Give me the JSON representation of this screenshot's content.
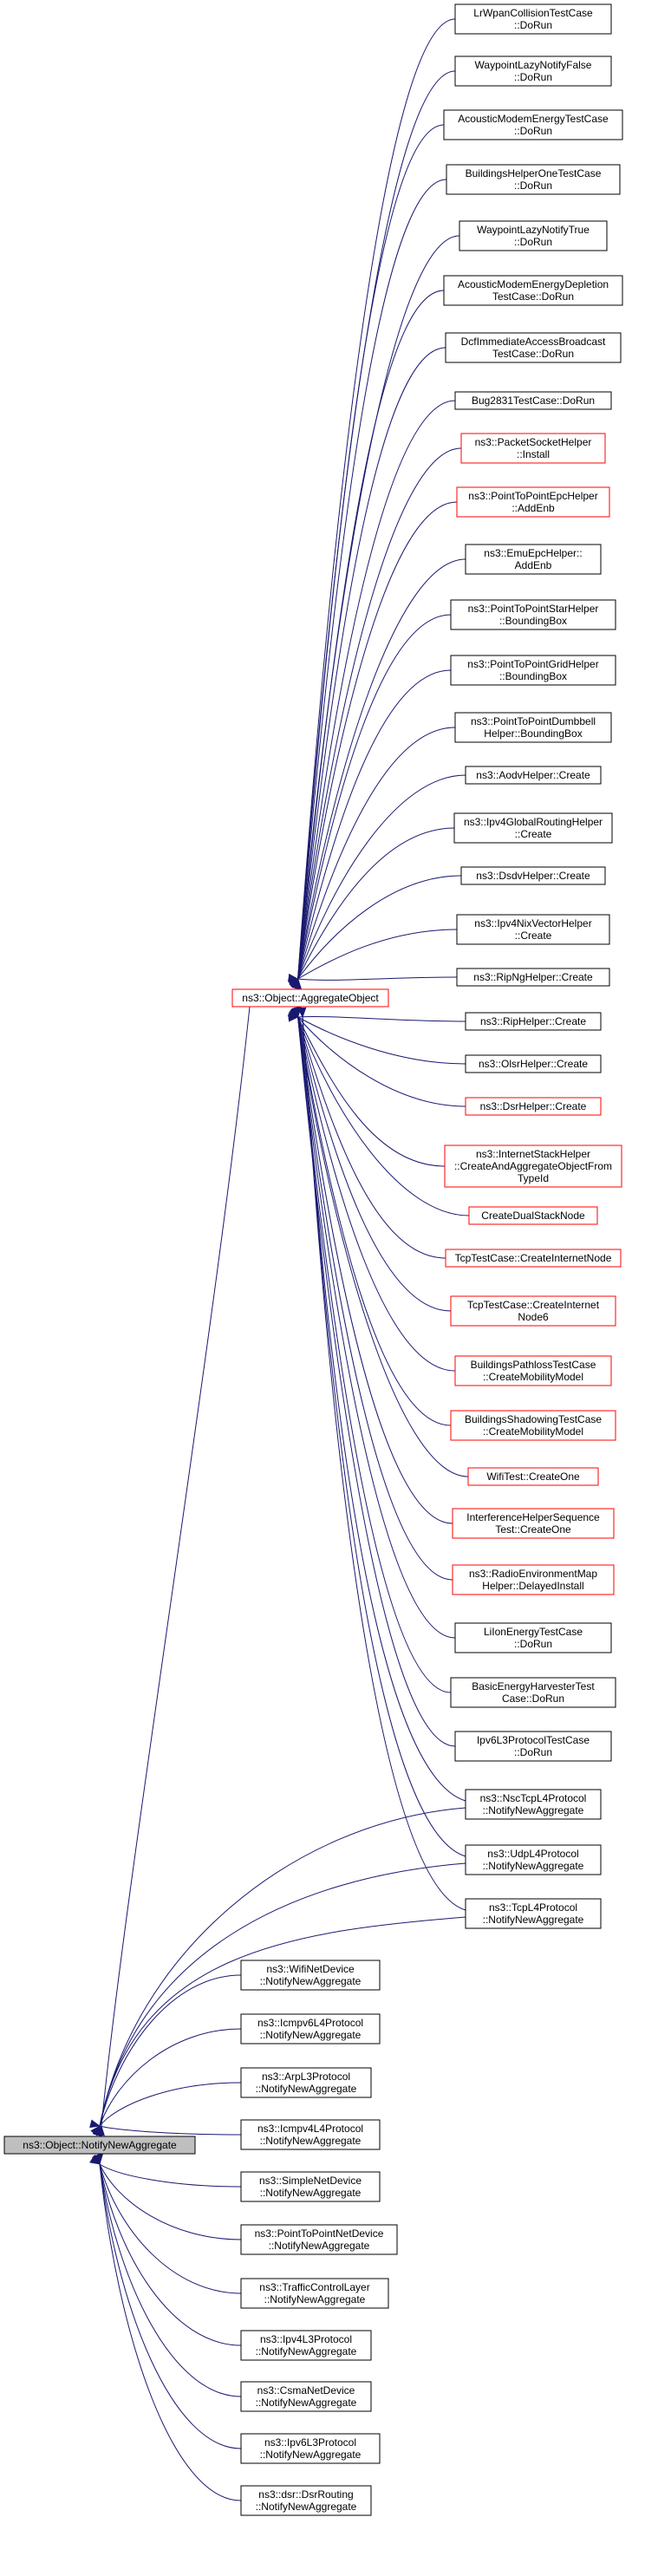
{
  "colors": {
    "edge": "#191970",
    "border_normal": "#000000",
    "border_truncated": "#ff0000",
    "root_fill": "#bfbfbf",
    "node_fill": "#ffffff"
  },
  "root": {
    "label": [
      "ns3::Object::NotifyNewAggregate"
    ]
  },
  "aggregate": {
    "label": [
      "ns3::Object::AggregateObject"
    ],
    "truncated": true
  },
  "callers_aggregate": [
    {
      "label": [
        "LrWpanCollisionTestCase",
        "::DoRun"
      ],
      "truncated": false
    },
    {
      "label": [
        "WaypointLazyNotifyFalse",
        "::DoRun"
      ],
      "truncated": false
    },
    {
      "label": [
        "AcousticModemEnergyTestCase",
        "::DoRun"
      ],
      "truncated": false
    },
    {
      "label": [
        "BuildingsHelperOneTestCase",
        "::DoRun"
      ],
      "truncated": false
    },
    {
      "label": [
        "WaypointLazyNotifyTrue",
        "::DoRun"
      ],
      "truncated": false
    },
    {
      "label": [
        "AcousticModemEnergyDepletion",
        "TestCase::DoRun"
      ],
      "truncated": false
    },
    {
      "label": [
        "DcfImmediateAccessBroadcast",
        "TestCase::DoRun"
      ],
      "truncated": false
    },
    {
      "label": [
        "Bug2831TestCase::DoRun"
      ],
      "truncated": false
    },
    {
      "label": [
        "ns3::PacketSocketHelper",
        "::Install"
      ],
      "truncated": true
    },
    {
      "label": [
        "ns3::PointToPointEpcHelper",
        "::AddEnb"
      ],
      "truncated": true
    },
    {
      "label": [
        "ns3::EmuEpcHelper::",
        "AddEnb"
      ],
      "truncated": false
    },
    {
      "label": [
        "ns3::PointToPointStarHelper",
        "::BoundingBox"
      ],
      "truncated": false
    },
    {
      "label": [
        "ns3::PointToPointGridHelper",
        "::BoundingBox"
      ],
      "truncated": false
    },
    {
      "label": [
        "ns3::PointToPointDumbbell",
        "Helper::BoundingBox"
      ],
      "truncated": false
    },
    {
      "label": [
        "ns3::AodvHelper::Create"
      ],
      "truncated": false
    },
    {
      "label": [
        "ns3::Ipv4GlobalRoutingHelper",
        "::Create"
      ],
      "truncated": false
    },
    {
      "label": [
        "ns3::DsdvHelper::Create"
      ],
      "truncated": false
    },
    {
      "label": [
        "ns3::Ipv4NixVectorHelper",
        "::Create"
      ],
      "truncated": false
    },
    {
      "label": [
        "ns3::RipNgHelper::Create"
      ],
      "truncated": false
    },
    {
      "label": [
        "ns3::RipHelper::Create"
      ],
      "truncated": false
    },
    {
      "label": [
        "ns3::OlsrHelper::Create"
      ],
      "truncated": false
    },
    {
      "label": [
        "ns3::DsrHelper::Create"
      ],
      "truncated": true
    },
    {
      "label": [
        "ns3::InternetStackHelper",
        "::CreateAndAggregateObjectFrom",
        "TypeId"
      ],
      "truncated": true
    },
    {
      "label": [
        "CreateDualStackNode"
      ],
      "truncated": true
    },
    {
      "label": [
        "TcpTestCase::CreateInternetNode"
      ],
      "truncated": true
    },
    {
      "label": [
        "TcpTestCase::CreateInternet",
        "Node6"
      ],
      "truncated": true
    },
    {
      "label": [
        "BuildingsPathlossTestCase",
        "::CreateMobilityModel"
      ],
      "truncated": true
    },
    {
      "label": [
        "BuildingsShadowingTestCase",
        "::CreateMobilityModel"
      ],
      "truncated": true
    },
    {
      "label": [
        "WifiTest::CreateOne"
      ],
      "truncated": true
    },
    {
      "label": [
        "InterferenceHelperSequence",
        "Test::CreateOne"
      ],
      "truncated": true
    },
    {
      "label": [
        "ns3::RadioEnvironmentMap",
        "Helper::DelayedInstall"
      ],
      "truncated": true
    },
    {
      "label": [
        "LiIonEnergyTestCase",
        "::DoRun"
      ],
      "truncated": false
    },
    {
      "label": [
        "BasicEnergyHarvesterTest",
        "Case::DoRun"
      ],
      "truncated": false
    },
    {
      "label": [
        "Ipv6L3ProtocolTestCase",
        "::DoRun"
      ],
      "truncated": false
    }
  ],
  "callers_both": [
    {
      "label": [
        "ns3::NscTcpL4Protocol",
        "::NotifyNewAggregate"
      ],
      "truncated": false
    },
    {
      "label": [
        "ns3::UdpL4Protocol",
        "::NotifyNewAggregate"
      ],
      "truncated": false
    },
    {
      "label": [
        "ns3::TcpL4Protocol",
        "::NotifyNewAggregate"
      ],
      "truncated": false
    }
  ],
  "callers_root": [
    {
      "label": [
        "ns3::WifiNetDevice",
        "::NotifyNewAggregate"
      ],
      "truncated": false
    },
    {
      "label": [
        "ns3::Icmpv6L4Protocol",
        "::NotifyNewAggregate"
      ],
      "truncated": false
    },
    {
      "label": [
        "ns3::ArpL3Protocol",
        "::NotifyNewAggregate"
      ],
      "truncated": false
    },
    {
      "label": [
        "ns3::Icmpv4L4Protocol",
        "::NotifyNewAggregate"
      ],
      "truncated": false
    },
    {
      "label": [
        "ns3::SimpleNetDevice",
        "::NotifyNewAggregate"
      ],
      "truncated": false
    },
    {
      "label": [
        "ns3::PointToPointNetDevice",
        "::NotifyNewAggregate"
      ],
      "truncated": false
    },
    {
      "label": [
        "ns3::TrafficControlLayer",
        "::NotifyNewAggregate"
      ],
      "truncated": false
    },
    {
      "label": [
        "ns3::Ipv4L3Protocol",
        "::NotifyNewAggregate"
      ],
      "truncated": false
    },
    {
      "label": [
        "ns3::CsmaNetDevice",
        "::NotifyNewAggregate"
      ],
      "truncated": false
    },
    {
      "label": [
        "ns3::Ipv6L3Protocol",
        "::NotifyNewAggregate"
      ],
      "truncated": false
    },
    {
      "label": [
        "ns3::dsr::DsrRouting",
        "::NotifyNewAggregate"
      ],
      "truncated": false
    }
  ]
}
